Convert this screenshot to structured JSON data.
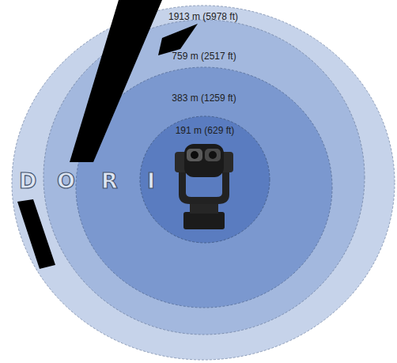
{
  "diagram": {
    "nodes": [
      {
        "text": [
          "1913 m (5978 ft)"
        ]
      },
      {
        "text": [
          "759 m (2517 ft)"
        ],
        "in": 0
      },
      {
        "text": [
          "383 m (1259 ft)"
        ],
        "in": 1
      },
      {
        "text": [
          "191 m (629 ft)"
        ],
        "in": 2
      }
    ],
    "labels": [
      "D",
      "O",
      "R",
      "I"
    ]
  }
}
